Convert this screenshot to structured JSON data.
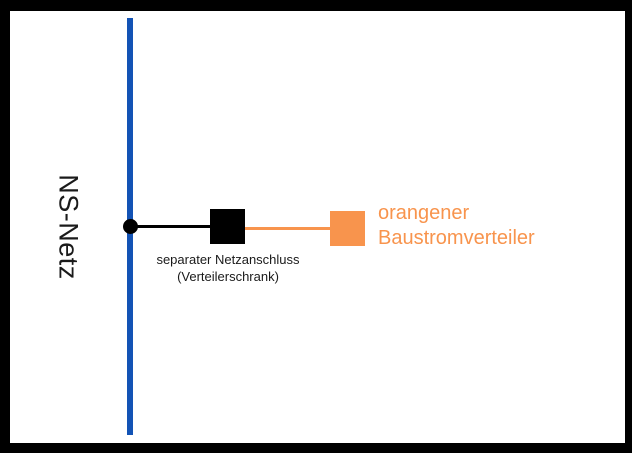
{
  "diagram": {
    "network_label": "NS-Netz",
    "connection_label_line1": "separater Netzanschluss",
    "connection_label_line2": "(Verteilerschrank)",
    "distributor_label_line1": "orangener",
    "distributor_label_line2": "Baustromverteiler",
    "colors": {
      "grid_line": "#1353b5",
      "distributor": "#f8944d",
      "connection": "#000000",
      "frame": "#000000",
      "background": "#ffffff",
      "text": "#1a1a1a"
    }
  }
}
